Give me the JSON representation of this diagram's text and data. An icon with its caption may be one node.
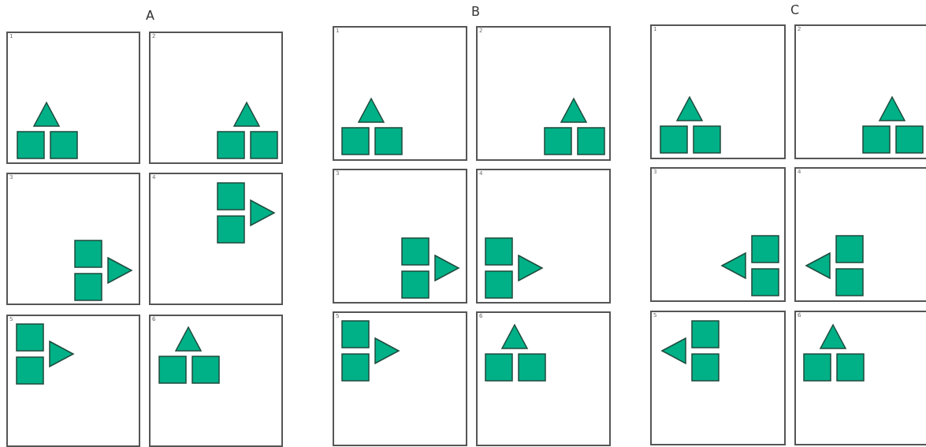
{
  "diagram": {
    "nodes": [
      {
        "text": [
          "1"
        ]
      },
      {
        "text": [
          "2"
        ]
      },
      {
        "text": [
          "3"
        ]
      },
      {
        "text": [
          "4"
        ]
      },
      {
        "text": [
          "5"
        ]
      },
      {
        "text": [
          "6"
        ]
      },
      {
        "text": [
          "1"
        ]
      },
      {
        "text": [
          "2"
        ]
      },
      {
        "text": [
          "3"
        ]
      },
      {
        "text": [
          "4"
        ]
      },
      {
        "text": [
          "5"
        ]
      },
      {
        "text": [
          "6"
        ]
      },
      {
        "text": [
          "1"
        ]
      },
      {
        "text": [
          "2"
        ]
      },
      {
        "text": [
          "3"
        ]
      },
      {
        "text": [
          "4"
        ]
      },
      {
        "text": [
          "5"
        ]
      },
      {
        "text": [
          "6"
        ]
      }
    ],
    "labels": [
      "A",
      "B",
      "C"
    ]
  }
}
